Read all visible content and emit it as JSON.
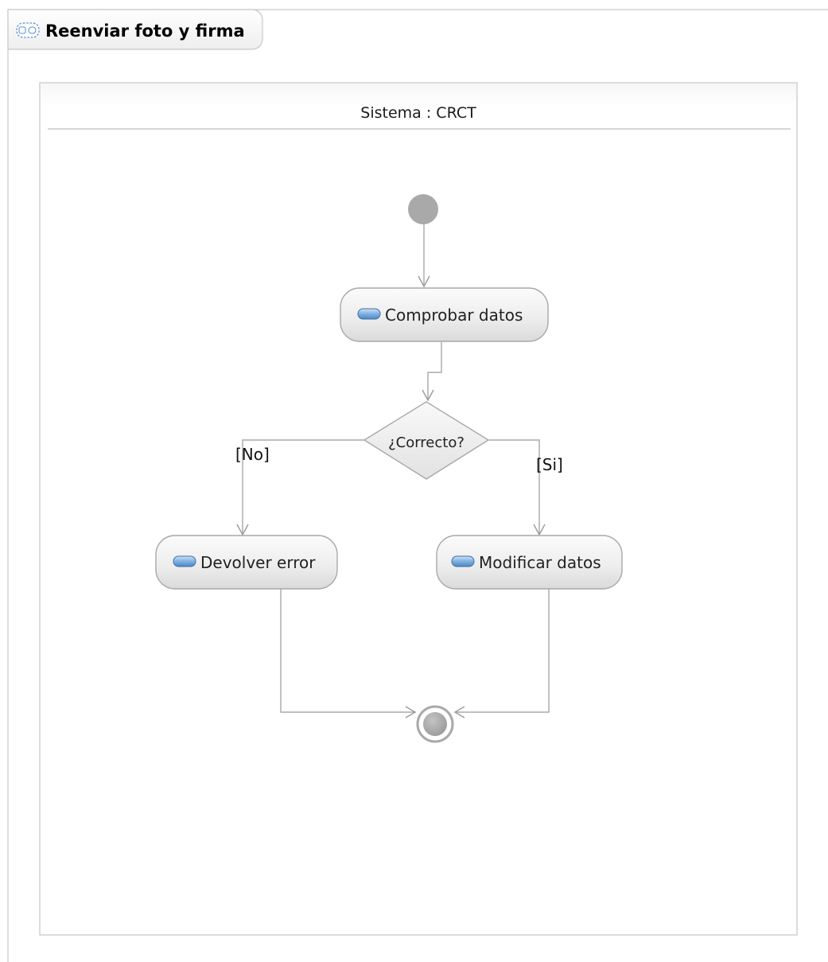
{
  "diagram": {
    "title": "Reenviar foto y firma",
    "partition": "Sistema : CRCT",
    "actions": {
      "check": "Comprobar datos",
      "error": "Devolver error",
      "modify": "Modificar datos"
    },
    "decision": "¿Correcto?",
    "guards": {
      "no": "[No]",
      "yes": "[Si]"
    }
  },
  "colors": {
    "node_fill_top": "#f7f7f7",
    "node_fill_bottom": "#dcdcdc",
    "node_stroke": "#a8a8a8",
    "flow_line": "#a9a9a9",
    "initial_node": "#a9a9a9",
    "action_icon": "#6fa3d8"
  }
}
